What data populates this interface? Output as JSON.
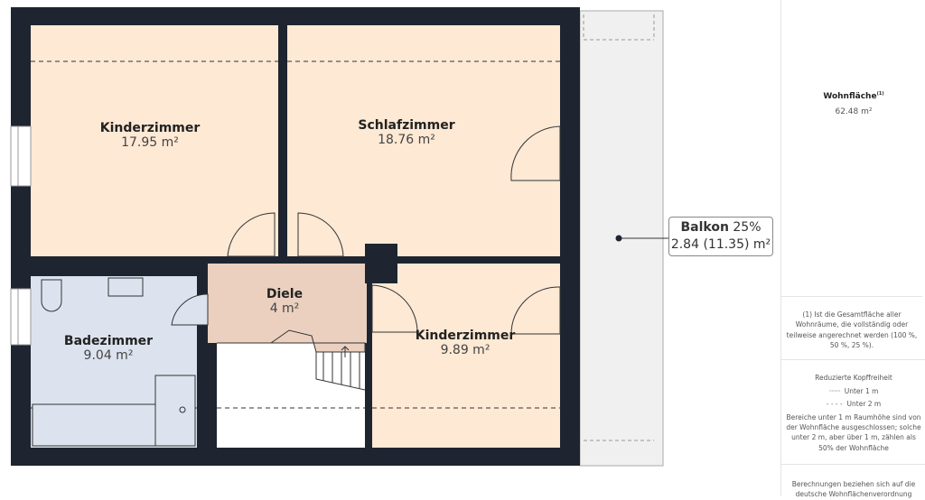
{
  "rooms": [
    {
      "name": "Kinderzimmer",
      "area": "17.95 m²"
    },
    {
      "name": "Schlafzimmer",
      "area": "18.76 m²"
    },
    {
      "name": "Badezimmer",
      "area": "9.04 m²"
    },
    {
      "name": "Diele",
      "area": "4 m²"
    },
    {
      "name": "Kinderzimmer",
      "area": "9.89 m²"
    }
  ],
  "balkon": {
    "name": "Balkon",
    "percent": "25%",
    "area": "2.84 (11.35) m²"
  },
  "panel": {
    "title": "Wohnfläche",
    "title_sup": "(1)",
    "total": "62.48 m²",
    "footnote": "(1) Ist die Gesamtfläche aller Wohnräume, die vollständig oder teilweise angerechnet werden (100 %, 50 %, 25 %).",
    "head_title": "Reduzierte Kopffreiheit",
    "legend_1": "Unter 1 m",
    "legend_2": "Unter 2 m",
    "head_note": "Bereiche unter 1 m Raumhöhe sind von der Wohnfläche ausgeschlossen; solche unter 2 m, aber über 1 m, zählen als 50% der Wohnfläche",
    "calc_note": "Berechnungen beziehen sich auf die deutsche Wohnflächenverordnung"
  },
  "colors": {
    "wall": "#1e2530",
    "bedroom": "#fde9d4",
    "bath": "#dde3ee",
    "hall": "#ebd0c0",
    "balcony": "#f0f0f0"
  }
}
